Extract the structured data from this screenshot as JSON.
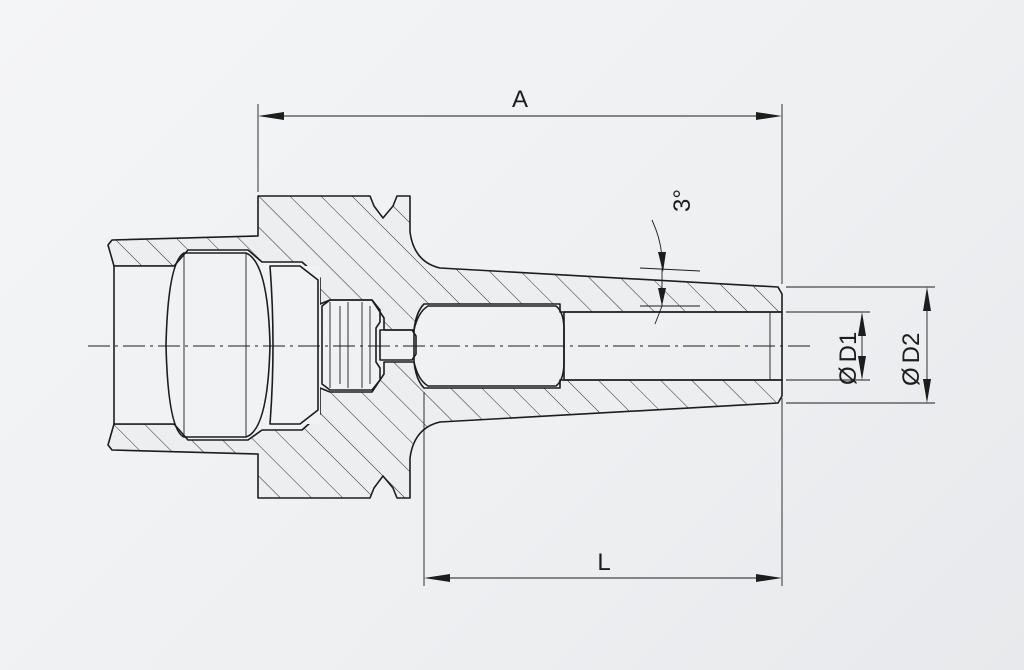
{
  "dimensions": {
    "overall_length": "A",
    "projection_length": "L",
    "bore_diameter": "D1",
    "outer_diameter": "D2",
    "taper_angle": "3°",
    "diameter_symbol": "Ø"
  }
}
